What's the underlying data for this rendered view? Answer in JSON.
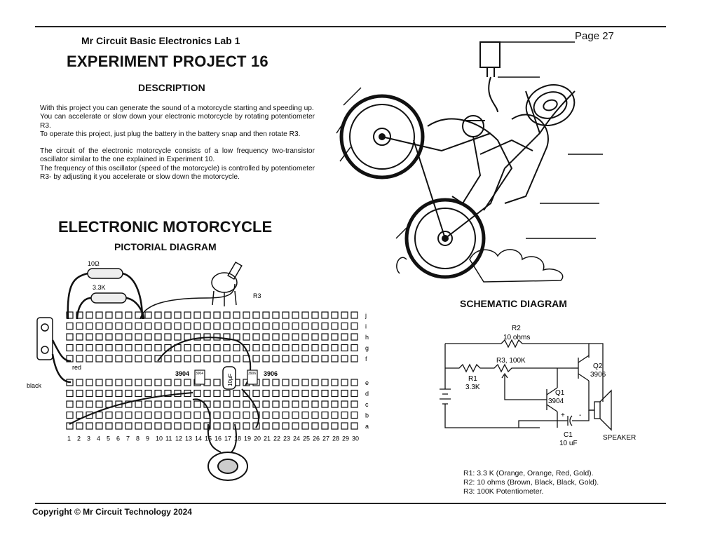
{
  "header": {
    "lab_title": "Mr Circuit Basic Electronics Lab 1",
    "page": "Page 27"
  },
  "experiment_title": "EXPERIMENT PROJECT 16",
  "description": {
    "heading": "DESCRIPTION",
    "paragraphs": [
      "With this project you can generate the sound of a motorcycle starting and speeding up.",
      "You can accelerate or slow down your electronic motorcycle by rotating potentiometer R3.",
      "To operate this project, just plug the battery in the battery snap and then rotate R3.",
      "The circuit of the electronic motorcycle consists of a low frequency two-transistor oscillator similar to the one explained in Experiment 10.",
      "The frequency of this oscillator (speed of the motorcycle) is controlled by potentiometer R3- by adjusting it you accelerate or slow down the motorcycle."
    ]
  },
  "project_title": "ELECTRONIC MOTORCYCLE",
  "pictorial": {
    "heading": "PICTORIAL DIAGRAM",
    "resistor_labels": [
      "10Ω",
      "3.3K"
    ],
    "pot_label": "R3",
    "wire_labels": [
      "red",
      "black"
    ],
    "transistor_labels": [
      "3904",
      "3906"
    ],
    "chip_labels": [
      "3904",
      "3906"
    ],
    "cap_label": "10µF",
    "rows_top": [
      "j",
      "i",
      "h",
      "g",
      "f"
    ],
    "rows_bottom": [
      "e",
      "d",
      "c",
      "b",
      "a"
    ],
    "columns": [
      "1",
      "2",
      "3",
      "4",
      "5",
      "6",
      "7",
      "8",
      "9",
      "10",
      "11",
      "12",
      "13",
      "14",
      "15",
      "16",
      "17",
      "18",
      "19",
      "20",
      "21",
      "22",
      "23",
      "24",
      "25",
      "26",
      "27",
      "28",
      "29",
      "30"
    ]
  },
  "schematic": {
    "heading": "SCHEMATIC DIAGRAM",
    "r2_name": "R2",
    "r2_value": "10 ohms",
    "r3_label": "R3, 100K",
    "r1_name": "R1",
    "r1_value": "3.3K",
    "q1_name": "Q1",
    "q1_value": "3904",
    "q2_name": "Q2",
    "q2_value": "3906",
    "c1_name": "C1",
    "c1_value": "10 uF",
    "plus": "+",
    "minus": "-",
    "speaker": "SPEAKER"
  },
  "notes": [
    "R1: 3.3 K (Orange, Orange, Red, Gold).",
    "R2: 10 ohms (Brown, Black, Black, Gold).",
    "R3: 100K Potentiometer."
  ],
  "copyright": "Copyright © Mr Circuit Technology 2024"
}
